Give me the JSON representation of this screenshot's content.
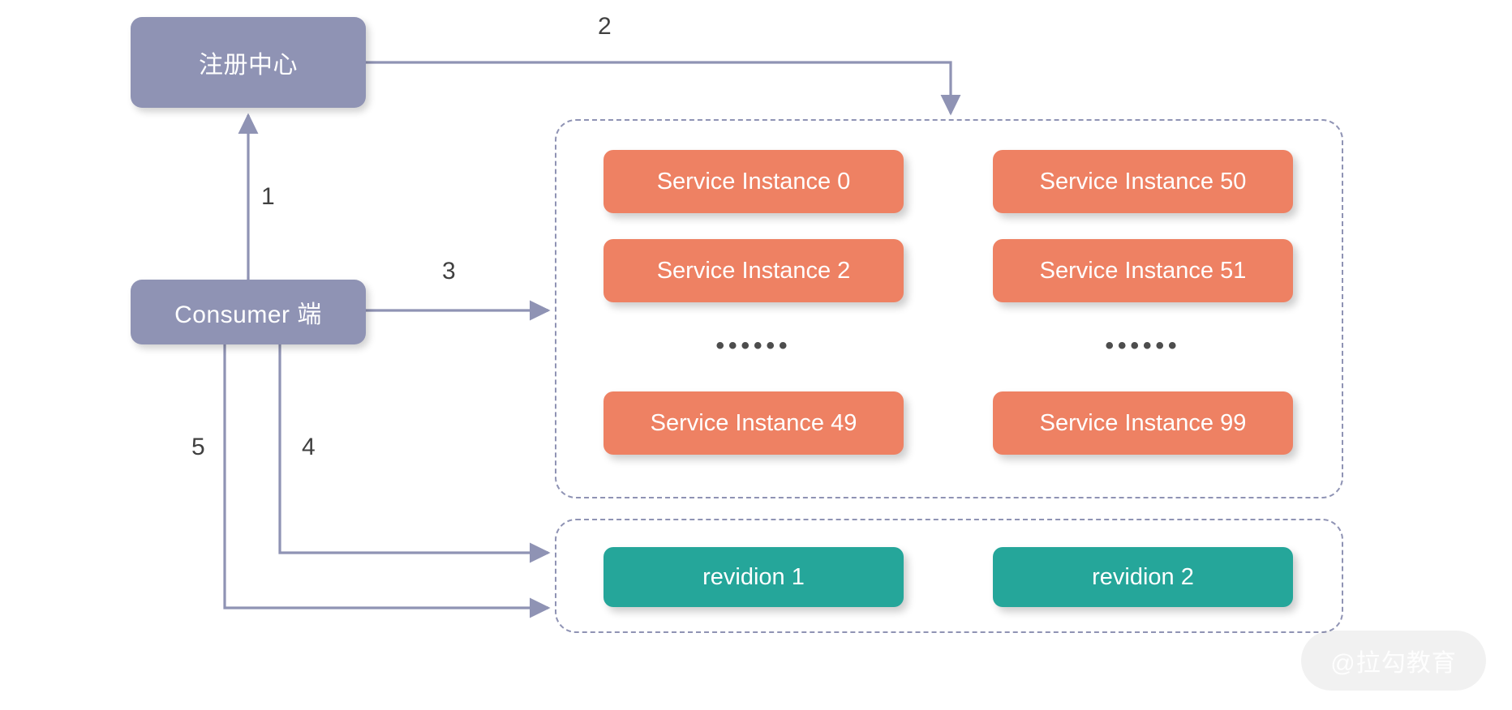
{
  "diagram": {
    "title": "Dubbo service discovery with registry, consumer, service instances and revisions",
    "background": "#ffffff",
    "colors": {
      "node_purple": "#8f93b4",
      "instance_orange": "#ee8163",
      "revision_green": "#25a69a",
      "wire_purple": "#8f93b4",
      "label_gray": "#404040"
    }
  },
  "nodes": {
    "registry": {
      "label": "注册中心"
    },
    "consumer": {
      "label": "Consumer 端"
    }
  },
  "groups": {
    "instances": {
      "name": "service-instances-group",
      "left_column": [
        {
          "label": "Service Instance 0"
        },
        {
          "label": "Service Instance 2"
        },
        {
          "label": "Service Instance 49"
        }
      ],
      "right_column": [
        {
          "label": "Service Instance 50"
        },
        {
          "label": "Service Instance 51"
        },
        {
          "label": "Service Instance 99"
        }
      ],
      "ellipsis": "••••••"
    },
    "revisions": {
      "name": "revisions-group",
      "items": [
        {
          "label": "revidion 1"
        },
        {
          "label": "revidion 2"
        }
      ]
    }
  },
  "edges": [
    {
      "id": "1",
      "label": "1",
      "from": "consumer",
      "to": "registry"
    },
    {
      "id": "2",
      "label": "2",
      "from": "registry",
      "to": "instances-group"
    },
    {
      "id": "3",
      "label": "3",
      "from": "consumer",
      "to": "instances-group"
    },
    {
      "id": "4",
      "label": "4",
      "from": "consumer",
      "to": "revisions-group"
    },
    {
      "id": "5",
      "label": "5",
      "from": "consumer",
      "to": "revisions-group"
    }
  ],
  "watermark": {
    "text": "@拉勾教育"
  }
}
